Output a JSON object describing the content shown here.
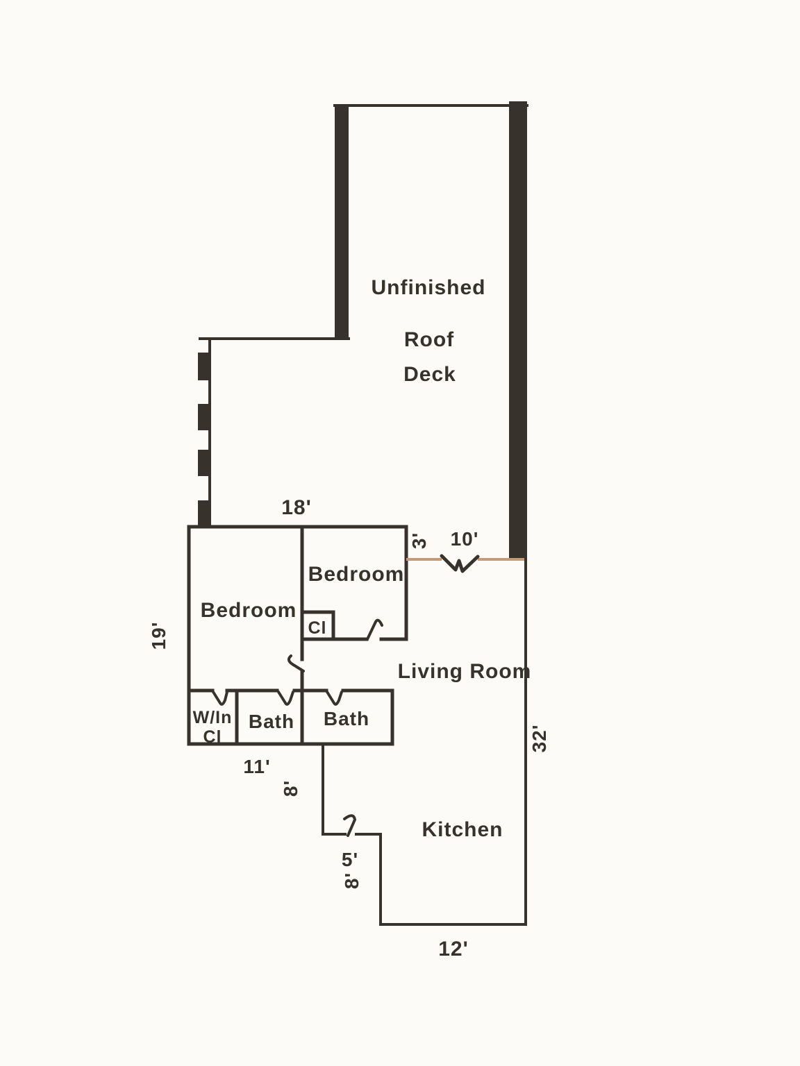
{
  "document_type": "floor-plan",
  "colors": {
    "ink": "#38322c",
    "paper": "#fcfbf7",
    "opening_line": "#c49a79"
  },
  "rooms": {
    "roof_deck": [
      "Unfinished",
      "Roof",
      "Deck"
    ],
    "bedroom_left": "Bedroom",
    "bedroom_right": "Bedroom",
    "closet": "Cl",
    "walk_in_closet": [
      "W/In",
      "Cl"
    ],
    "bath_left": "Bath",
    "bath_right": "Bath",
    "living_room": "Living Room",
    "kitchen": "Kitchen"
  },
  "dimensions": {
    "deck_bottom_width": "18'",
    "bedroom_side_height": "19'",
    "living_opening_offset": "3'",
    "living_opening_width": "10'",
    "right_side_height": "32'",
    "bath_row_width": "11'",
    "hall_segment_height": "8'",
    "kitchen_jog_width": "5'",
    "kitchen_left_height": "8'",
    "kitchen_bottom_width": "12'"
  }
}
